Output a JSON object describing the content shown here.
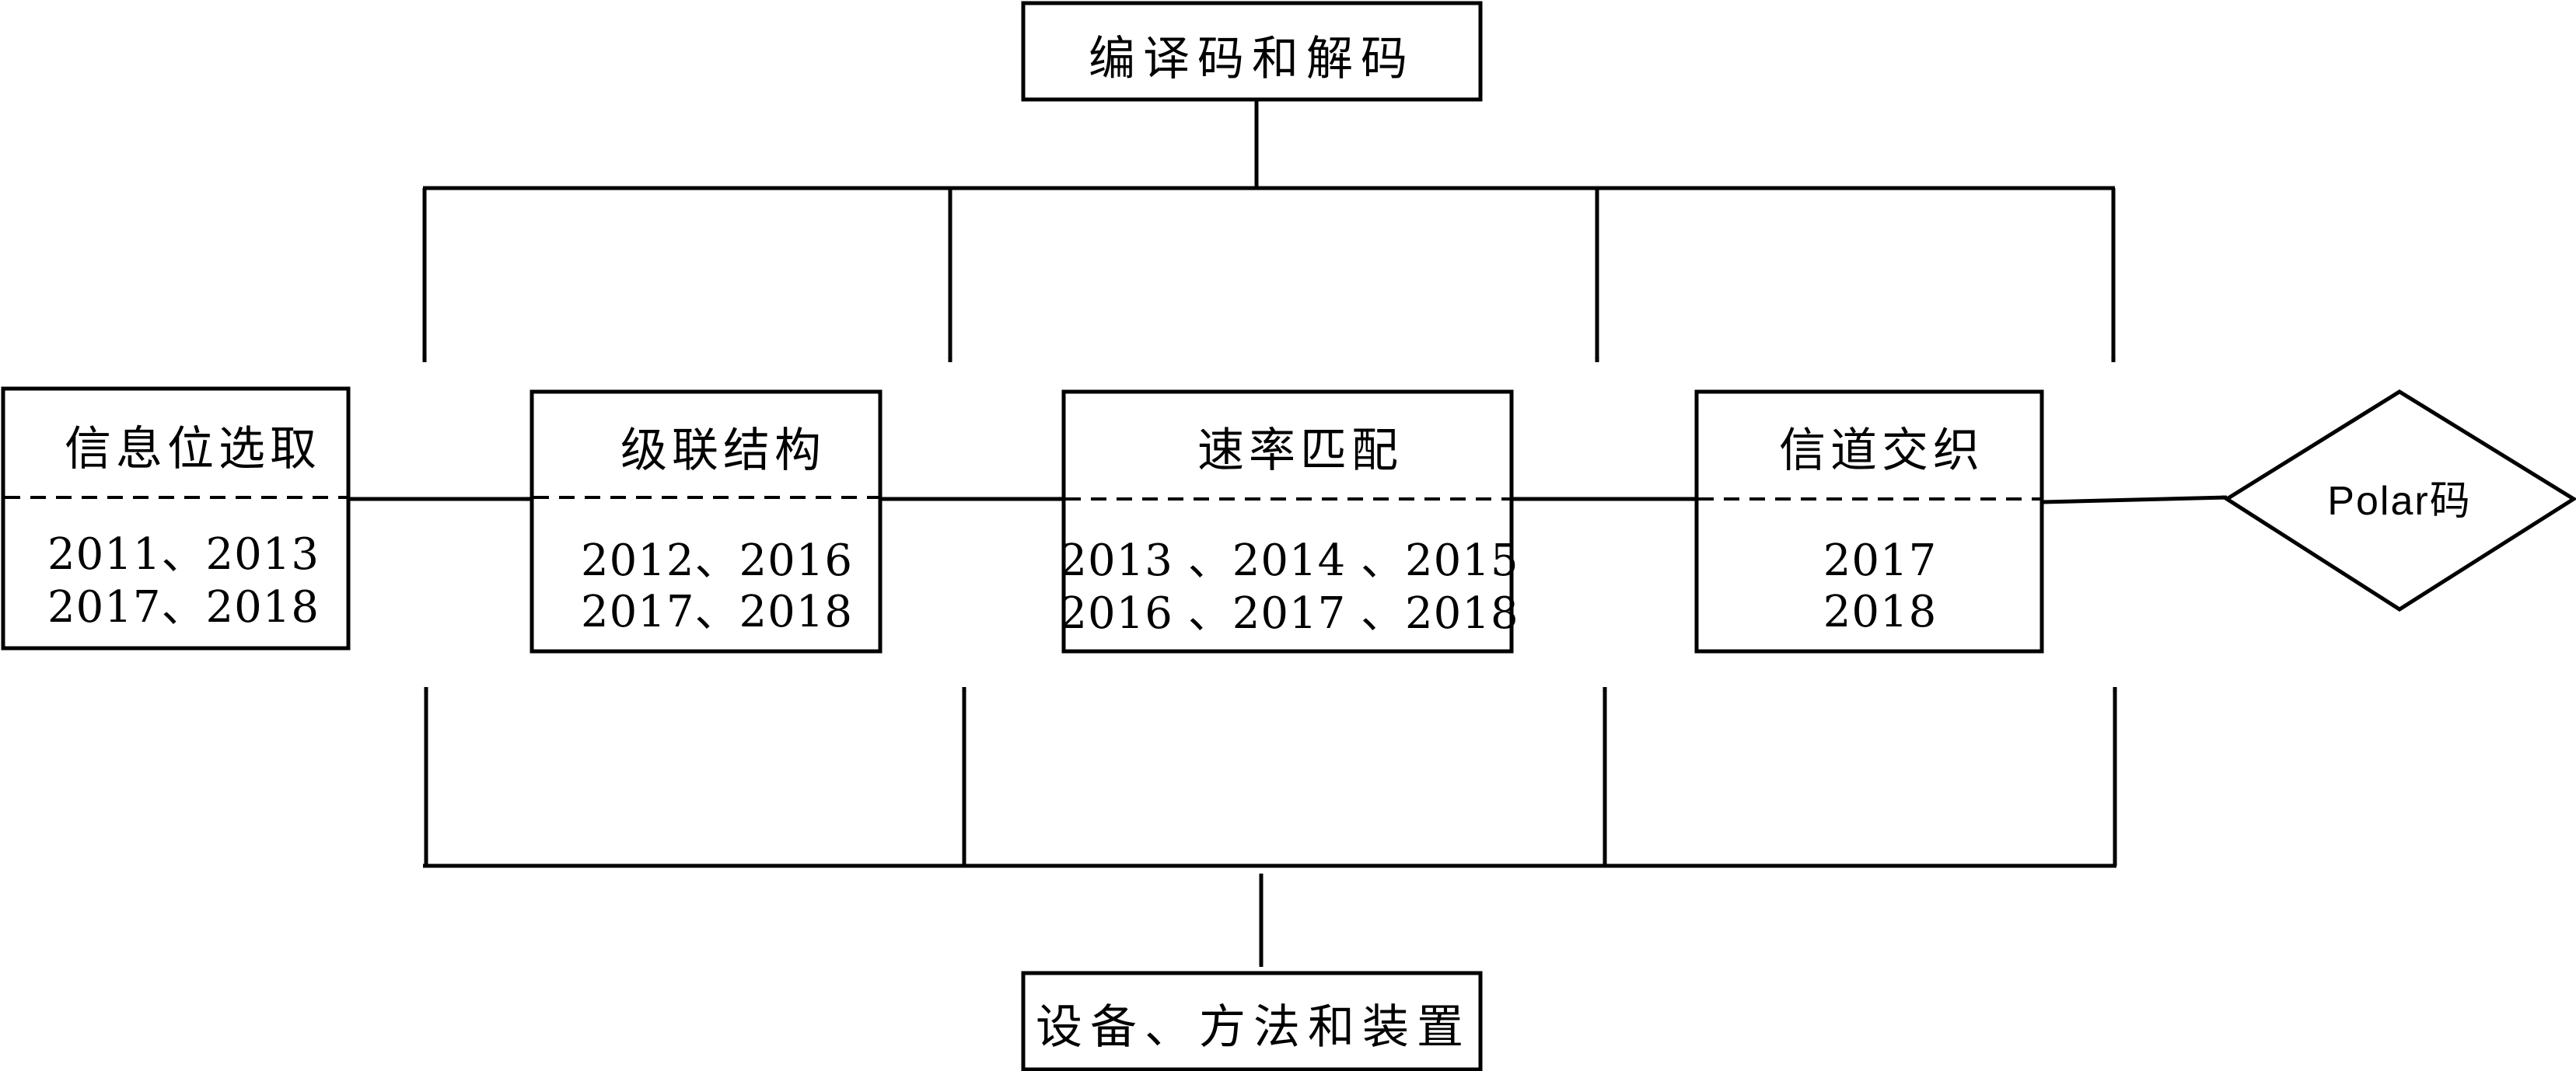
{
  "top_box": {
    "label": "编译码和解码"
  },
  "bottom_box": {
    "label": "设备、方法和装置"
  },
  "stages": [
    {
      "title": "信息位选取",
      "years": [
        "2011、2013",
        "2017、2018"
      ]
    },
    {
      "title": "级联结构",
      "years": [
        "2012、2016",
        "2017、2018"
      ]
    },
    {
      "title": "速率匹配",
      "years": [
        "2013 、2014 、2015",
        "2016 、2017 、2018"
      ]
    },
    {
      "title": "信道交织",
      "years": [
        "2017",
        "2018"
      ]
    }
  ],
  "end_node": {
    "label": "Polar码"
  }
}
